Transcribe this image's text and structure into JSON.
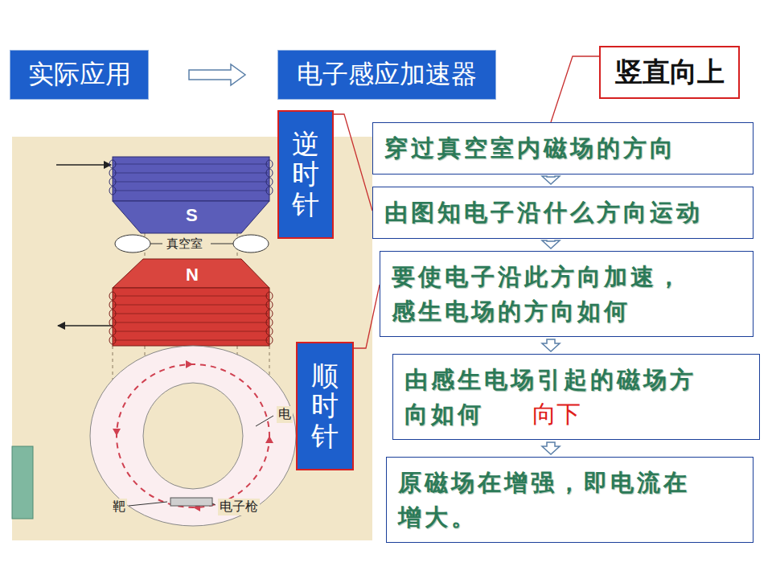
{
  "diagram": {
    "nodes": [
      {
        "text": [
          "实际应用"
        ]
      },
      {
        "text": [
          "电子感应加速器"
        ]
      },
      {
        "text": [
          "竖直向上"
        ]
      },
      {
        "text": [
          "逆时针"
        ]
      },
      {
        "text": [
          "穿过真空室内磁场的方向"
        ]
      },
      {
        "text": [
          "由图知电子沿什么方向运动"
        ]
      },
      {
        "text": [
          "要使电子沿此方向加速，感生电场的方向如何"
        ]
      },
      {
        "text": [
          "由感生电场引起的磁场方向如何",
          "向下"
        ]
      },
      {
        "text": [
          "原磁场在增强，即电流在增大。"
        ]
      },
      {
        "text": [
          "顺时针"
        ]
      }
    ],
    "edges": [
      {
        "from": 0,
        "to": 1,
        "arrow": "to"
      },
      {
        "from": 4,
        "to": 5,
        "arrow": "to"
      },
      {
        "from": 5,
        "to": 6,
        "arrow": "to"
      },
      {
        "from": 6,
        "to": 7,
        "arrow": "to"
      },
      {
        "from": 7,
        "to": 8,
        "arrow": "to"
      },
      {
        "from": 2,
        "to": 4,
        "arrow": "none"
      },
      {
        "from": 3,
        "to": 5,
        "arrow": "none"
      },
      {
        "from": 9,
        "to": 6,
        "arrow": "none"
      }
    ],
    "labels": [
      "S",
      "真空室",
      "N",
      "电",
      "靶",
      "电子枪"
    ]
  }
}
